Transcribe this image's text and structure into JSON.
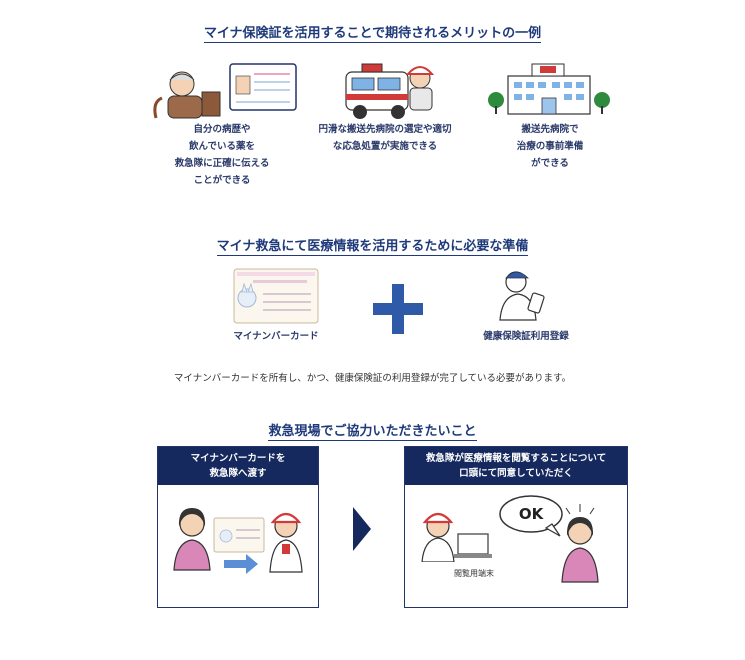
{
  "section1": {
    "title": "マイナ保険証を活用することで期待されるメリットの一例",
    "benefits": [
      {
        "text": "自分の病歴や\n飲んでいる薬を\n救急隊に正確に伝える\nことができる"
      },
      {
        "text": "円滑な搬送先病院の選定や適切\nな応急処置が実施できる"
      },
      {
        "text": "搬送先病院で\n治療の事前準備\nができる"
      }
    ]
  },
  "section2": {
    "title": "マイナ救急にて医療情報を活用するために必要な準備",
    "item1_label": "マイナンバーカード",
    "item2_label": "健康保険証利用登録",
    "note": "マイナンバーカードを所有し、かつ、健康保険証の利用登録が完了している必要があります。"
  },
  "section3": {
    "title": "救急現場でご協力いただきたいこと",
    "step1_title": "マイナンバーカードを\n救急隊へ渡す",
    "step2_title": "救急隊が医療情報を閲覧することについて\n口頭にて同意していただく",
    "ok_text": "OK",
    "terminal_label": "閲覧用端末"
  },
  "colors": {
    "navy": "#16295e",
    "accent_blue": "#2f5aa8",
    "red": "#d23a3a"
  }
}
